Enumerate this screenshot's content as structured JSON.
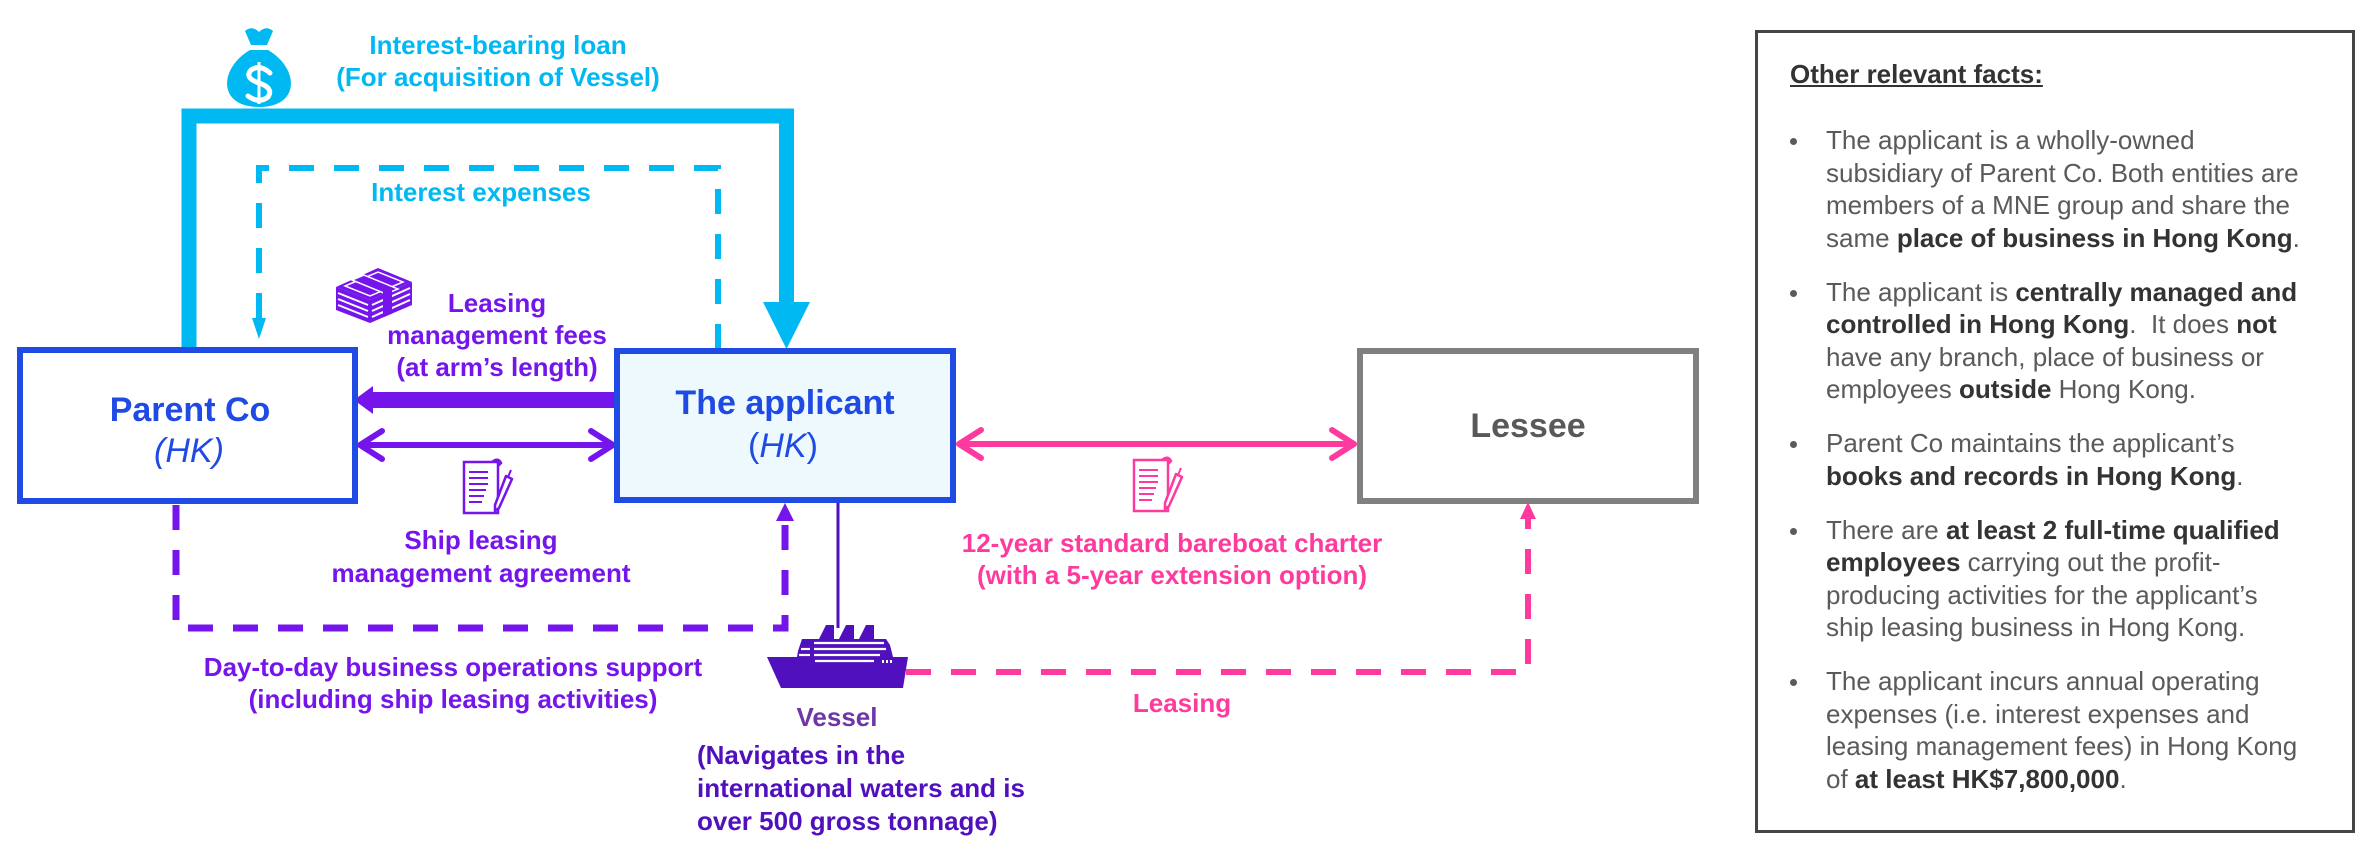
{
  "colors": {
    "cyan": "#00B9F2",
    "blue": "#1F4AE3",
    "purple": "#7514EB",
    "pink": "#FF3A9E",
    "ship": "#5010BE",
    "gray": "#808080"
  },
  "diagram": {
    "loan": {
      "icon": "money-bag-icon",
      "lines": [
        "Interest-bearing loan",
        "(For acquisition of Vessel)"
      ]
    },
    "interest_expenses": {
      "label": "Interest expenses"
    },
    "leasing_fees": {
      "icon": "money-stack-icon",
      "lines": [
        "Leasing",
        "management fees",
        "(at arm’s length)"
      ]
    },
    "parent_co": {
      "title": "Parent Co",
      "subtitle": "(HK)"
    },
    "applicant": {
      "title": "The applicant",
      "subtitle_open": "(",
      "subtitle": "HK",
      "subtitle_close": ")"
    },
    "lessee": {
      "title": "Lessee"
    },
    "agreement": {
      "icon": "contract-document-icon",
      "lines": [
        "Ship leasing",
        "management agreement"
      ]
    },
    "charter": {
      "icon": "contract-document-icon",
      "lines": [
        "12-year standard bareboat charter",
        "(with a 5-year extension option)"
      ]
    },
    "support": {
      "lines": [
        "Day-to-day business operations support",
        "(including  ship leasing activities)"
      ]
    },
    "vessel": {
      "icon": "ship-icon",
      "title": "Vessel",
      "description": [
        "(Navigates in the",
        "international  waters and is",
        "over 500 gross tonnage)"
      ]
    },
    "leasing": {
      "label": "Leasing"
    }
  },
  "facts": {
    "heading": "Other relevant facts:",
    "items": [
      {
        "lines": [
          [
            {
              "text": "The applicant is a wholly-owned",
              "bold": false
            }
          ],
          [
            {
              "text": "subsidiary of Parent Co. Both entities are",
              "bold": false
            }
          ],
          [
            {
              "text": "members of a MNE group and share the",
              "bold": false
            }
          ],
          [
            {
              "text": "same ",
              "bold": false
            },
            {
              "text": "place of business in Hong Kong",
              "bold": true
            },
            {
              "text": ".",
              "bold": false
            }
          ]
        ]
      },
      {
        "lines": [
          [
            {
              "text": "The applicant is ",
              "bold": false
            },
            {
              "text": "centrally managed and",
              "bold": true
            }
          ],
          [
            {
              "text": "controlled in Hong Kong",
              "bold": true
            },
            {
              "text": ".  It does ",
              "bold": false
            },
            {
              "text": "not",
              "bold": true
            }
          ],
          [
            {
              "text": "have any branch, place of business or",
              "bold": false
            }
          ],
          [
            {
              "text": "employees ",
              "bold": false
            },
            {
              "text": "outside",
              "bold": true
            },
            {
              "text": " Hong Kong.",
              "bold": false
            }
          ]
        ]
      },
      {
        "lines": [
          [
            {
              "text": "Parent Co maintains the applicant’s",
              "bold": false
            }
          ],
          [
            {
              "text": "books and records in Hong Kong",
              "bold": true
            },
            {
              "text": ".",
              "bold": false
            }
          ]
        ]
      },
      {
        "lines": [
          [
            {
              "text": "There are ",
              "bold": false
            },
            {
              "text": "at least 2 full-time qualified",
              "bold": true
            }
          ],
          [
            {
              "text": "employees",
              "bold": true
            },
            {
              "text": " carrying out the profit-",
              "bold": false
            }
          ],
          [
            {
              "text": "producing activities for the applicant’s",
              "bold": false
            }
          ],
          [
            {
              "text": "ship leasing business in Hong Kong.",
              "bold": false
            }
          ]
        ]
      },
      {
        "lines": [
          [
            {
              "text": "The applicant incurs annual operating",
              "bold": false
            }
          ],
          [
            {
              "text": "expenses (i.e. interest expenses and",
              "bold": false
            }
          ],
          [
            {
              "text": "leasing management fees) in Hong Kong",
              "bold": false
            }
          ],
          [
            {
              "text": "of ",
              "bold": false
            },
            {
              "text": "at least HK$7,800,000",
              "bold": true
            },
            {
              "text": ".",
              "bold": false
            }
          ]
        ]
      }
    ]
  }
}
